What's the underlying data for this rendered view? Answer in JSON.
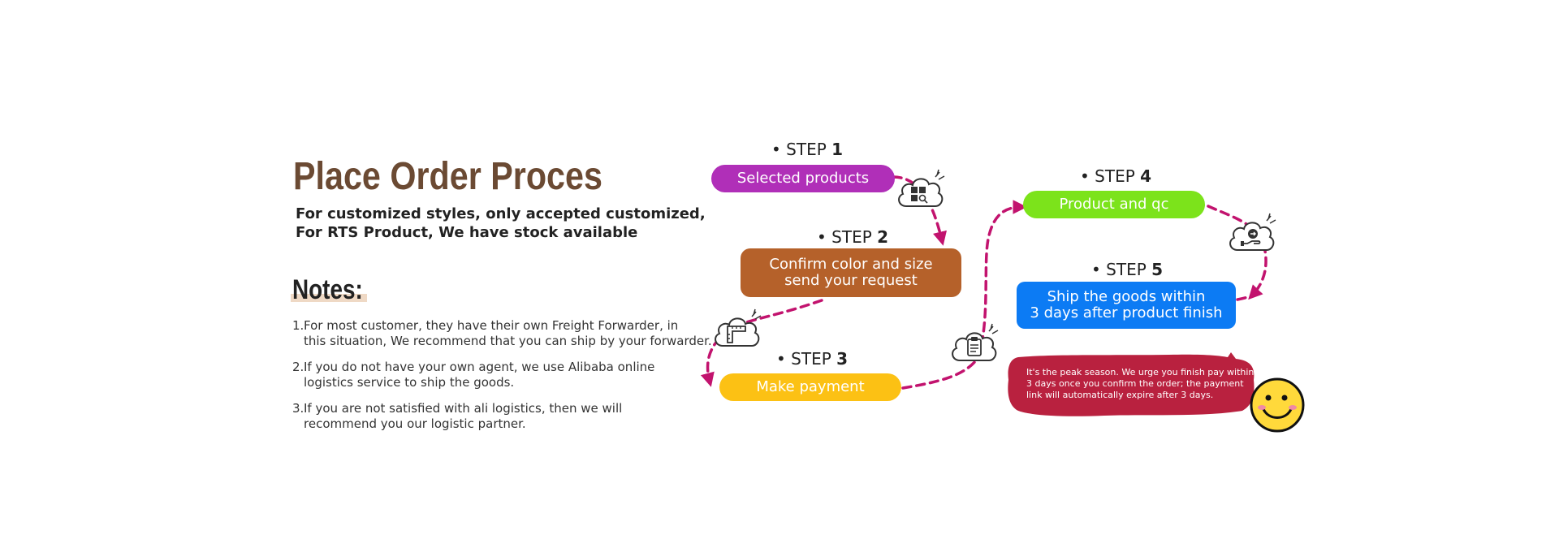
{
  "title": "Place Order Proces",
  "subtitle": {
    "line1": "For customized styles, only accepted customized,",
    "line2": "For RTS Product, We have stock available"
  },
  "notes": {
    "heading": "Notes:",
    "items": [
      {
        "num": "1.",
        "line1": "For most customer, they have their own Freight Forwarder, in",
        "line2": "this situation, We recommend that you can ship by your forwarder."
      },
      {
        "num": "2.",
        "line1": "If you do not have your own agent, we use Alibaba online",
        "line2": "logistics service to ship the goods."
      },
      {
        "num": "3.",
        "line1": "If you are not satisfied with ali logistics, then we will",
        "line2": "recommend you our logistic partner."
      }
    ]
  },
  "steps": [
    {
      "prefix": "• STEP ",
      "num": "1",
      "line1": "Selected products",
      "line2": "",
      "color": "#b02fb8",
      "icon": "grid-search-icon"
    },
    {
      "prefix": "• STEP ",
      "num": "2",
      "line1": "Confirm color and size",
      "line2": "send your request",
      "color": "#b5612a",
      "icon": "ruler-icon"
    },
    {
      "prefix": "• STEP ",
      "num": "3",
      "line1": "Make payment",
      "line2": "",
      "color": "#fcc114",
      "icon": "clipboard-icon"
    },
    {
      "prefix": "• STEP ",
      "num": "4",
      "line1": "Product and qc",
      "line2": "",
      "color": "#7ce31b",
      "icon": "hand-coin-icon"
    },
    {
      "prefix": "• STEP ",
      "num": "5",
      "line1": "Ship the goods within",
      "line2": "3 days after product finish",
      "color": "#0c7bf4",
      "icon": ""
    }
  ],
  "notice": {
    "line1": "It's the peak season. We urge you finish pay within",
    "line2": "3 days once you confirm the order; the payment",
    "line3": "link will automatically expire after 3 days.",
    "color": "#b9213f"
  },
  "colors": {
    "title": "#6b4a33",
    "arrow": "#c2136e",
    "smiley": "#ffd93b"
  }
}
